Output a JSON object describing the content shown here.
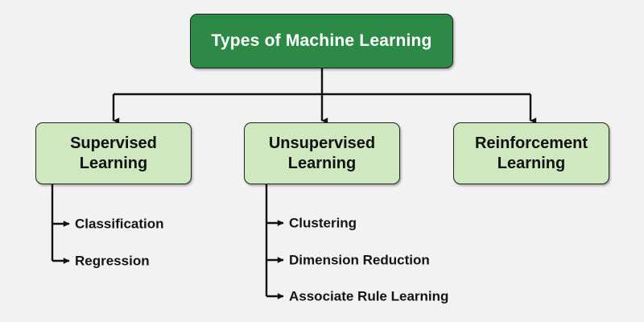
{
  "diagram": {
    "type": "tree",
    "orientation": "top-down",
    "background_color": "#f2f2f2",
    "edge_color": "#111111",
    "root": {
      "id": "types-of-machine-learning",
      "label": "Types of Machine Learning",
      "fill_color": "#2d8a46",
      "text_color": "#ffffff",
      "border_color": "#222222"
    },
    "branches": [
      {
        "id": "supervised-learning",
        "label": "Supervised\nLearning",
        "fill_color": "#cfe8bf",
        "text_color": "#111111",
        "border_color": "#222222",
        "children": [
          {
            "id": "classification",
            "label": "Classification"
          },
          {
            "id": "regression",
            "label": "Regression"
          }
        ]
      },
      {
        "id": "unsupervised-learning",
        "label": "Unsupervised\nLearning",
        "fill_color": "#cfe8bf",
        "text_color": "#111111",
        "border_color": "#222222",
        "children": [
          {
            "id": "clustering",
            "label": "Clustering"
          },
          {
            "id": "dimension-reduction",
            "label": "Dimension Reduction"
          },
          {
            "id": "associate-rule-learning",
            "label": "Associate Rule Learning"
          }
        ]
      },
      {
        "id": "reinforcement-learning",
        "label": "Reinforcement\nLearning",
        "fill_color": "#cfe8bf",
        "text_color": "#111111",
        "border_color": "#222222",
        "children": []
      }
    ]
  }
}
